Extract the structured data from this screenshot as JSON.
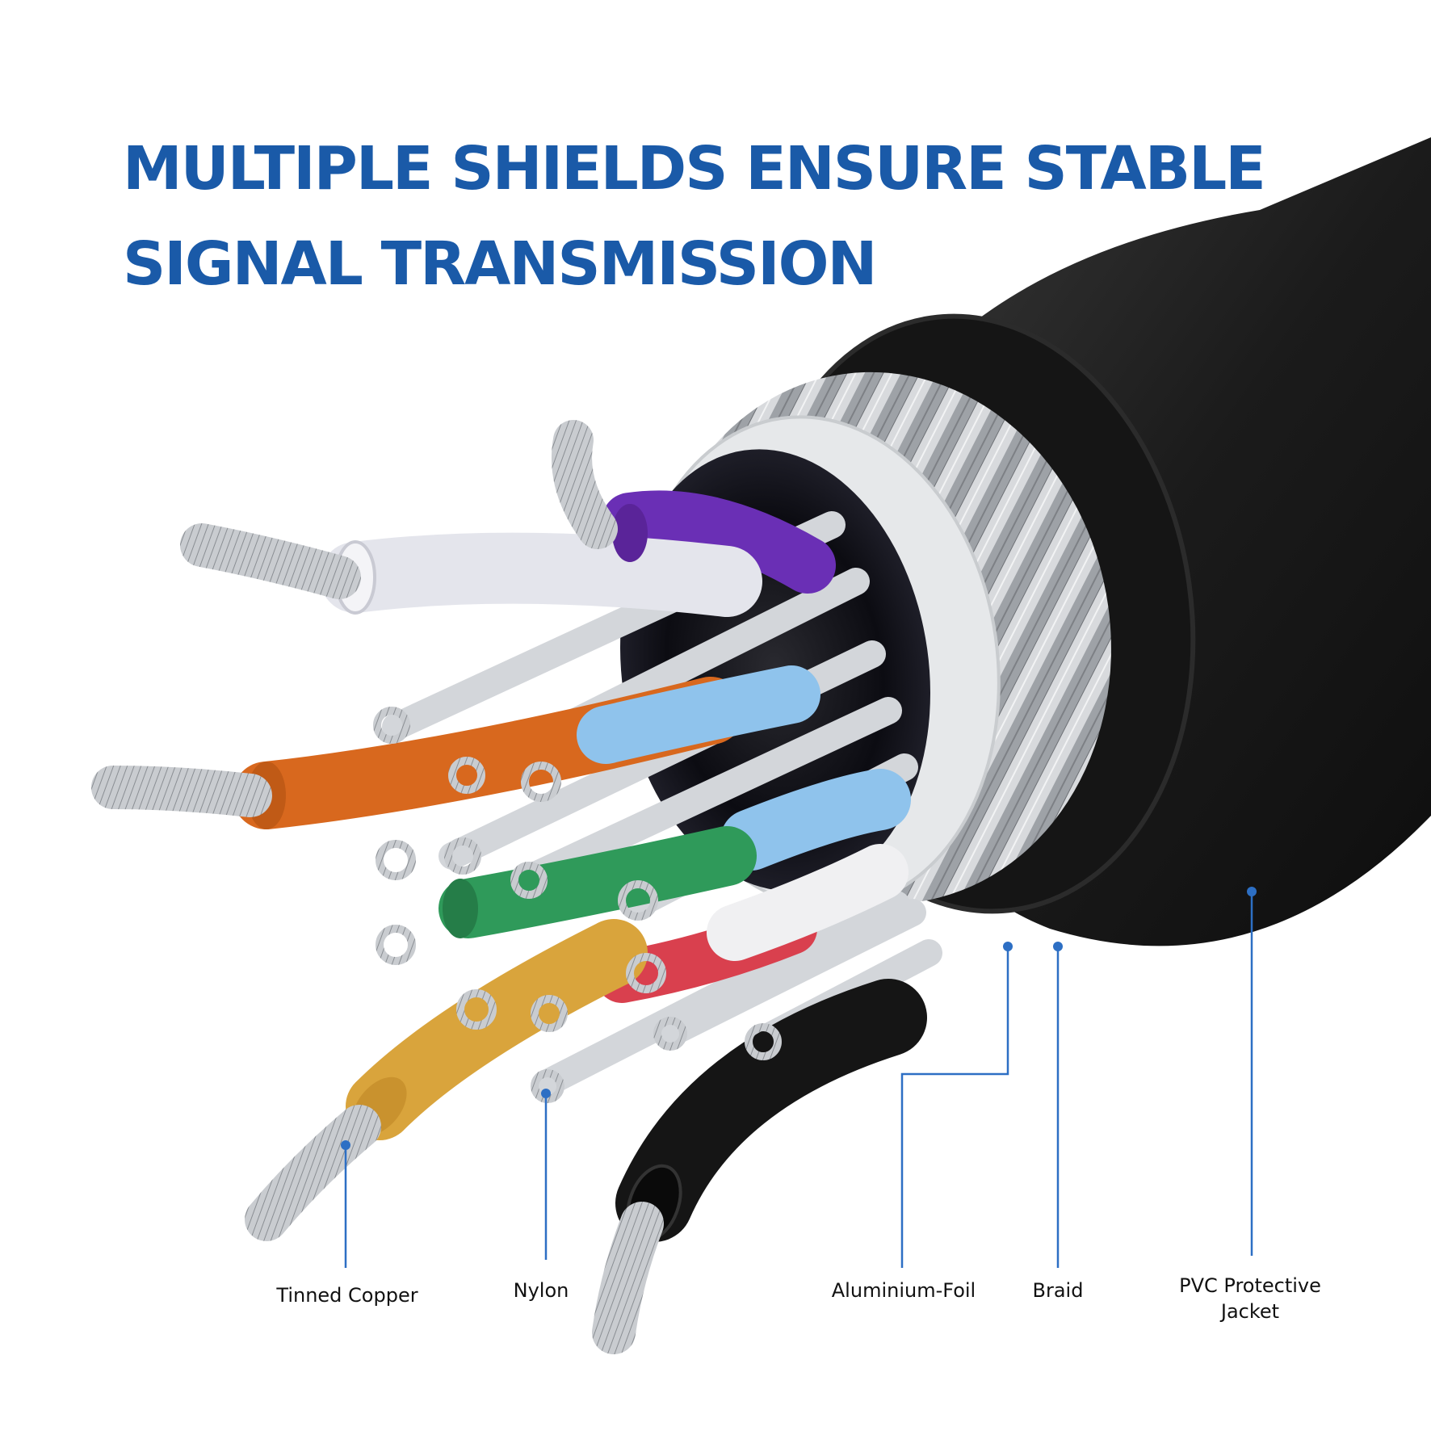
{
  "headline": {
    "line1": "MULTIPLE SHIELDS ENSURE STABLE",
    "line2": "SIGNAL TRANSMISSION"
  },
  "labels": {
    "tinned_copper": "Tinned Copper",
    "nylon": "Nylon",
    "aluminium_foil": "Aluminium-Foil",
    "braid": "Braid",
    "pvc_line1": "PVC Protective",
    "pvc_line2": "Jacket"
  },
  "colors": {
    "headline": "#1a5aa8",
    "leader": "#2d6fc4",
    "jacket": "#1b1b1b",
    "braid": "#b9bcc0",
    "foil": "#e6e8ea",
    "wire_purple": "#6a2fb5",
    "wire_white": "#e9eaf0",
    "wire_orange": "#d8681e",
    "wire_blue": "#8fc3ec",
    "wire_green": "#2f9a5a",
    "wire_red": "#d9404e",
    "wire_yellow": "#d9a43c",
    "wire_black": "#151515"
  }
}
